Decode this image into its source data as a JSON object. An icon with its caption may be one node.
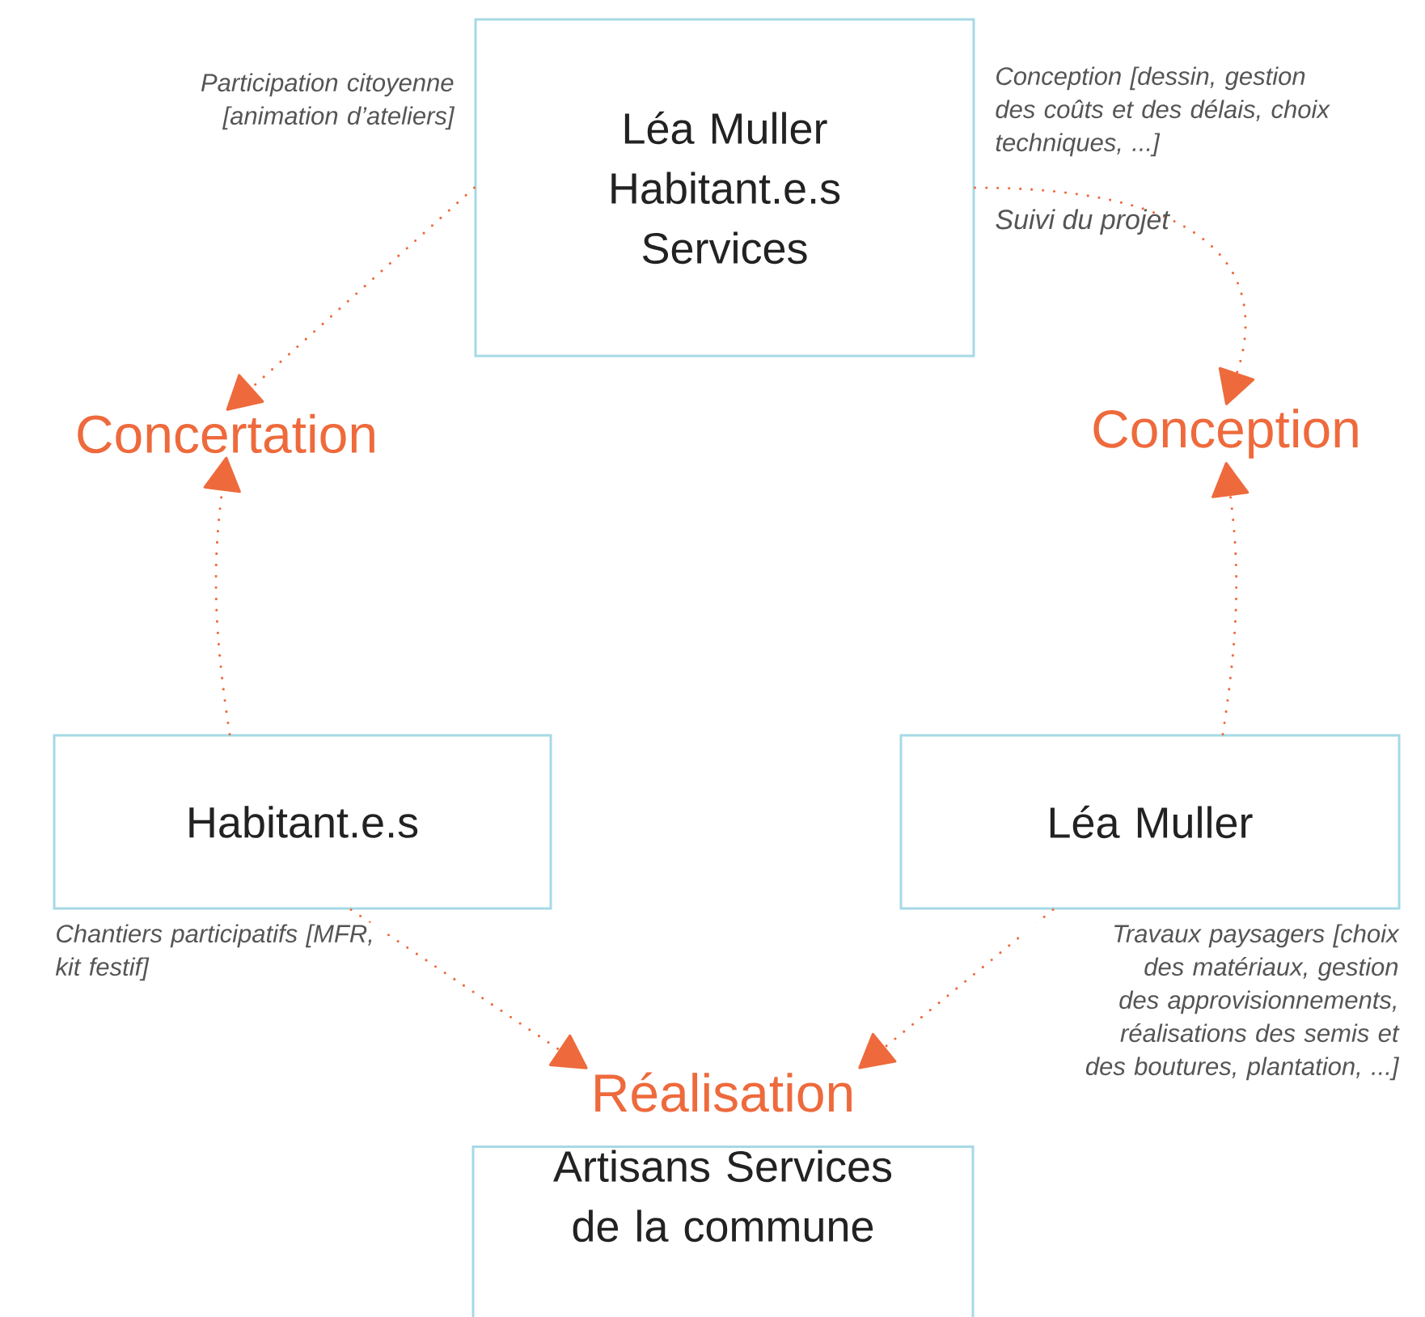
{
  "diagram": {
    "nodes": [
      {
        "text": [
          "Léa Muller Habitant.e.s Services"
        ]
      },
      {
        "text": [
          "Concertation"
        ]
      },
      {
        "text": [
          "Conception"
        ]
      },
      {
        "text": [
          "Habitant.e.s"
        ]
      },
      {
        "text": [
          "Léa Muller"
        ]
      },
      {
        "text": [
          "Réalisation"
        ]
      },
      {
        "text": [
          "Artisans Services de la commune"
        ]
      }
    ],
    "edges": [
      {
        "from": 0,
        "to": 1,
        "arrow": "to",
        "label": "Participation citoyenne [animation d’ateliers]"
      },
      {
        "from": 0,
        "to": 2,
        "arrow": "to",
        "label": "Conception [dessin, gestion des coûts et des délais, choix techniques, ...]"
      },
      {
        "from": 3,
        "to": 1,
        "arrow": "to"
      },
      {
        "from": 4,
        "to": 2,
        "arrow": "to"
      },
      {
        "from": 3,
        "to": 5,
        "arrow": "to",
        "label": "Chantiers participatifs [MFR, kit festif]"
      },
      {
        "from": 4,
        "to": 5,
        "arrow": "to",
        "label": "Travaux paysagers [choix des matériaux, gestion des approvisionnements, réalisations des semis et des boutures, plantation, ...]"
      }
    ],
    "labels": [
      "Suivi du projet"
    ]
  }
}
